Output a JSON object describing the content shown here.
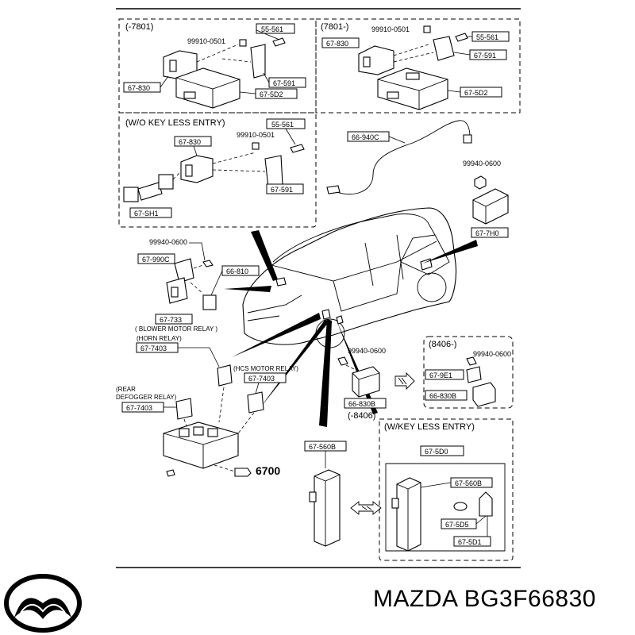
{
  "sections": {
    "pre7801": "(-7801)",
    "post7801": "(7801-)",
    "wo_keyless": "(W/O KEY LESS ENTRY)",
    "post8406": "(8406-)",
    "w_keyless": "(W/KEY LESS ENTRY)",
    "until8406": "(-8406)"
  },
  "parts": {
    "p99910_0501": "99910-0501",
    "p55_561": "55-561",
    "p67_830": "67-830",
    "p67_591": "67-591",
    "p67_5D2": "67-5D2",
    "p67_SH1": "67-SH1",
    "p66_940C": "66-940C",
    "p99940_0600": "99940-0600",
    "p67_7H0": "67-7H0",
    "p67_990C": "67-990C",
    "p66_810": "66-810",
    "p67_733": "67-733",
    "p67_7403": "67-7403",
    "p66_830B": "66-830B",
    "p67_9E1": "67-9E1",
    "p67_560B": "67-560B",
    "p67_5D0": "67-5D0",
    "p67_5D5": "67-5D5",
    "p67_5D1": "67-5D1",
    "p6700": "6700"
  },
  "captions": {
    "blower": "( BLOWER MOTOR RELAY )",
    "horn": "(HORN RELAY)",
    "hcs": "(HCS MOTOR RELAY)",
    "rear1": "(REAR",
    "rear2": "DEFOGGER RELAY)"
  },
  "footer": {
    "brand": "MAZDA",
    "part_number": "BG3F66830"
  },
  "colors": {
    "ink": "#000000",
    "background": "#ffffff"
  },
  "logo_icon": "mazda-logo-icon"
}
